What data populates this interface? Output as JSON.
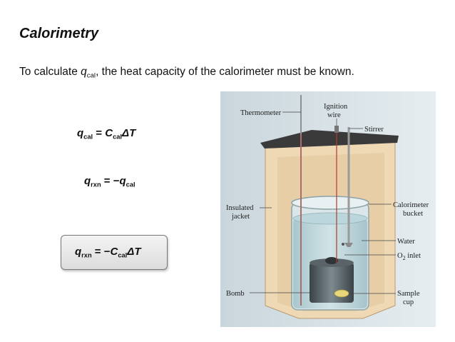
{
  "slide": {
    "title": "Calorimetry",
    "intro": {
      "before": "To calculate ",
      "q": "q",
      "sub": "cal",
      "after": ", the heat capacity of the calorimeter must be known."
    },
    "eq1": {
      "q": "q",
      "q_sub": "cal",
      "eq": " = ",
      "C": "C",
      "C_sub": "cal",
      "dT": "ΔT"
    },
    "eq2": {
      "q": "q",
      "q_sub": "rxn",
      "eq": " = −",
      "q2": "q",
      "q2_sub": "cal"
    },
    "eq3": {
      "q": "q",
      "q_sub": "rxn",
      "eq": " = −",
      "C": "C",
      "C_sub": "cal",
      "dT": "ΔT"
    }
  },
  "figure": {
    "labels": {
      "thermometer": "Thermometer",
      "ignition1": "Ignition",
      "ignition2": "wire",
      "stirrer": "Stirrer",
      "jacket1": "Insulated",
      "jacket2": "jacket",
      "bucket1": "Calorimeter",
      "bucket2": "bucket",
      "water": "Water",
      "o2_main": "O",
      "o2_sub": "2",
      "o2_rest": " inlet",
      "bomb": "Bomb",
      "sample1": "Sample",
      "sample2": "cup"
    }
  }
}
